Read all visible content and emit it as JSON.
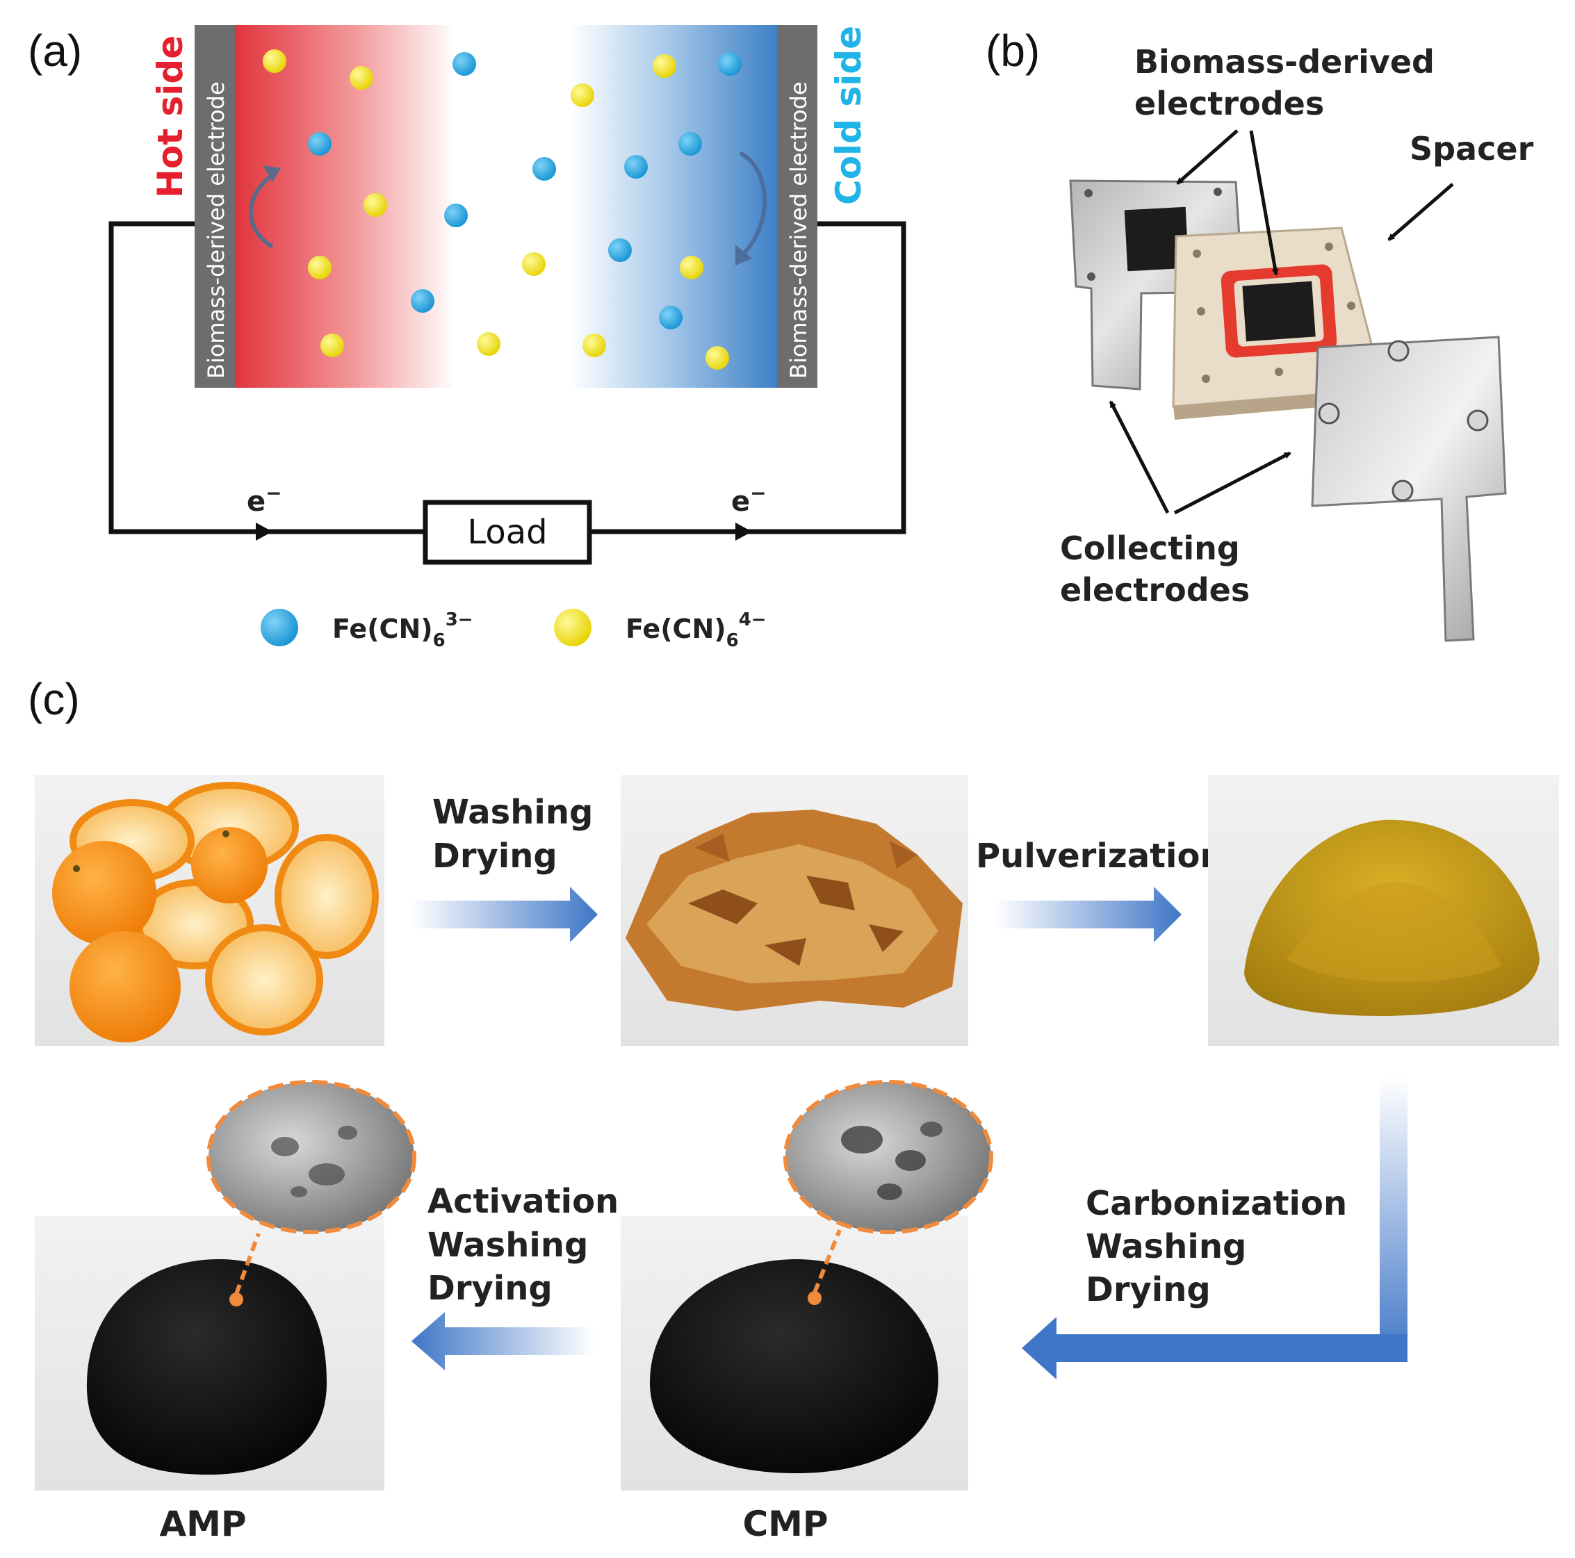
{
  "panels": {
    "a": "(a)",
    "b": "(b)",
    "c": "(c)"
  },
  "panel_a": {
    "hot_side": "Hot side",
    "cold_side": "Cold side",
    "electrode_left": "Biomass-derived electrode",
    "electrode_right": "Biomass-derived electrode",
    "electron_left": "e",
    "electron_right": "e",
    "electron_sup": "−",
    "load": "Load",
    "legend": {
      "ion3_base": "Fe(CN)",
      "ion3_sub": "6",
      "ion3_sup": "3−",
      "ion4_base": "Fe(CN)",
      "ion4_sub": "6",
      "ion4_sup": "4−"
    },
    "colors": {
      "hot": "#e5202e",
      "cold": "#1fb3e8",
      "ion3": "#1c9fdc",
      "ion4": "#f4e80a"
    }
  },
  "panel_b": {
    "label_biomass_1": "Biomass-derived",
    "label_biomass_2": "electrodes",
    "label_spacer": "Spacer",
    "label_collecting_1": "Collecting",
    "label_collecting_2": "electrodes"
  },
  "panel_c": {
    "step1_1": "Washing",
    "step1_2": "Drying",
    "step2": "Pulverization",
    "step3_1": "Carbonization",
    "step3_2": "Washing",
    "step3_3": "Drying",
    "step4_1": "Activation",
    "step4_2": "Washing",
    "step4_3": "Drying",
    "cmp": "CMP",
    "amp": "AMP"
  }
}
